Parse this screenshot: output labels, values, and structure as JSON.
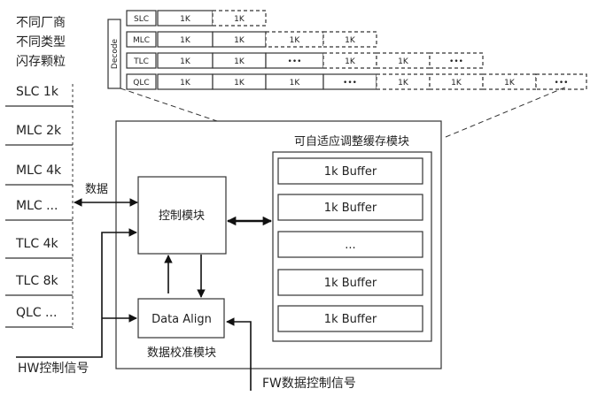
{
  "decode_label": "Decode",
  "rows": [
    {
      "type": "SLC",
      "solid": [
        "1K"
      ],
      "dashed": [
        "1K"
      ]
    },
    {
      "type": "MLC",
      "solid": [
        "1K",
        "1K"
      ],
      "dashed": [
        "1K",
        "1K"
      ]
    },
    {
      "type": "TLC",
      "solid": [
        "1K",
        "1K",
        "•••"
      ],
      "dashed": [
        "1K",
        "1K",
        "•••"
      ]
    },
    {
      "type": "QLC",
      "solid": [
        "1K",
        "1K",
        "1K",
        "•••"
      ],
      "dashed": [
        "1K",
        "1K",
        "1K",
        "•••"
      ]
    }
  ],
  "left_title": [
    "不同厂商",
    "不同类型",
    "闪存颗粒"
  ],
  "flash_list": [
    "SLC 1k",
    "MLC 2k",
    "MLC 4k",
    "MLC ...",
    "TLC 4k",
    "TLC 8k",
    "QLC ..."
  ],
  "data_label": "数据",
  "adaptive_cache_title": "可自适应调整缓存模块",
  "control_module": "控制模块",
  "buffers": [
    "1k Buffer",
    "1k Buffer",
    "...",
    "1k Buffer",
    "1k Buffer"
  ],
  "data_align": "Data Align",
  "data_align_caption": "数据校准模块",
  "hw_signal": "HW控制信号",
  "fw_signal": "FW数据控制信号"
}
